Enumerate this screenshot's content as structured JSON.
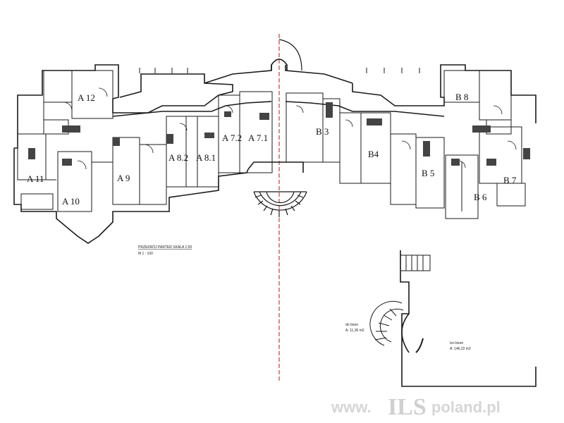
{
  "units": {
    "a12": "A 12",
    "a11": "A 11",
    "a10": "A 10",
    "a9": "A 9",
    "a82": "A 8.2",
    "a81": "A 8.1",
    "a72": "A 7.2",
    "a71": "A 7.1",
    "b3": "B 3",
    "b4": "B4",
    "b5": "B 5",
    "b6": "B 6",
    "b7": "B 7",
    "b8": "B 8"
  },
  "floor_caption": {
    "title": "PRZEKRÓJ PARTER  SKALA 1:50",
    "scale": "M 1 : 100"
  },
  "rooms": {
    "room_left_name": "do biuro",
    "room_left_area": "A: 11,36 m2",
    "room_right_name": "Izo biuro",
    "room_right_area": "A: 146,22 m2"
  },
  "watermark": {
    "prefix": "www.",
    "brand": "ILS",
    "suffix": "poland.pl"
  },
  "colors": {
    "line": "#1a1a1a",
    "stair_fill": "#444444",
    "axis": "#b01818",
    "watermark": "#d4d4d4"
  }
}
